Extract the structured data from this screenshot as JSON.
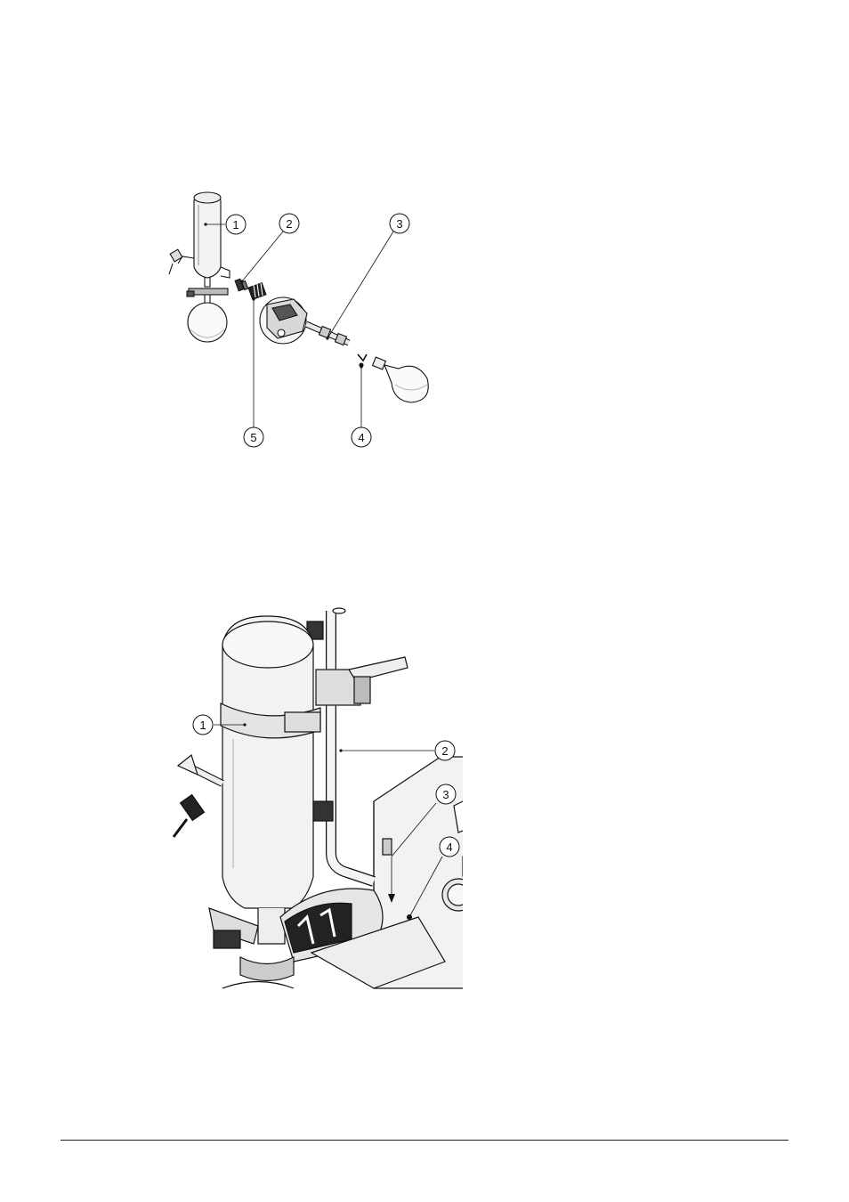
{
  "figure_top": {
    "callouts": [
      "1",
      "2",
      "3",
      "4",
      "5"
    ]
  },
  "figure_bottom": {
    "callouts": [
      "1",
      "2",
      "3",
      "4"
    ]
  }
}
